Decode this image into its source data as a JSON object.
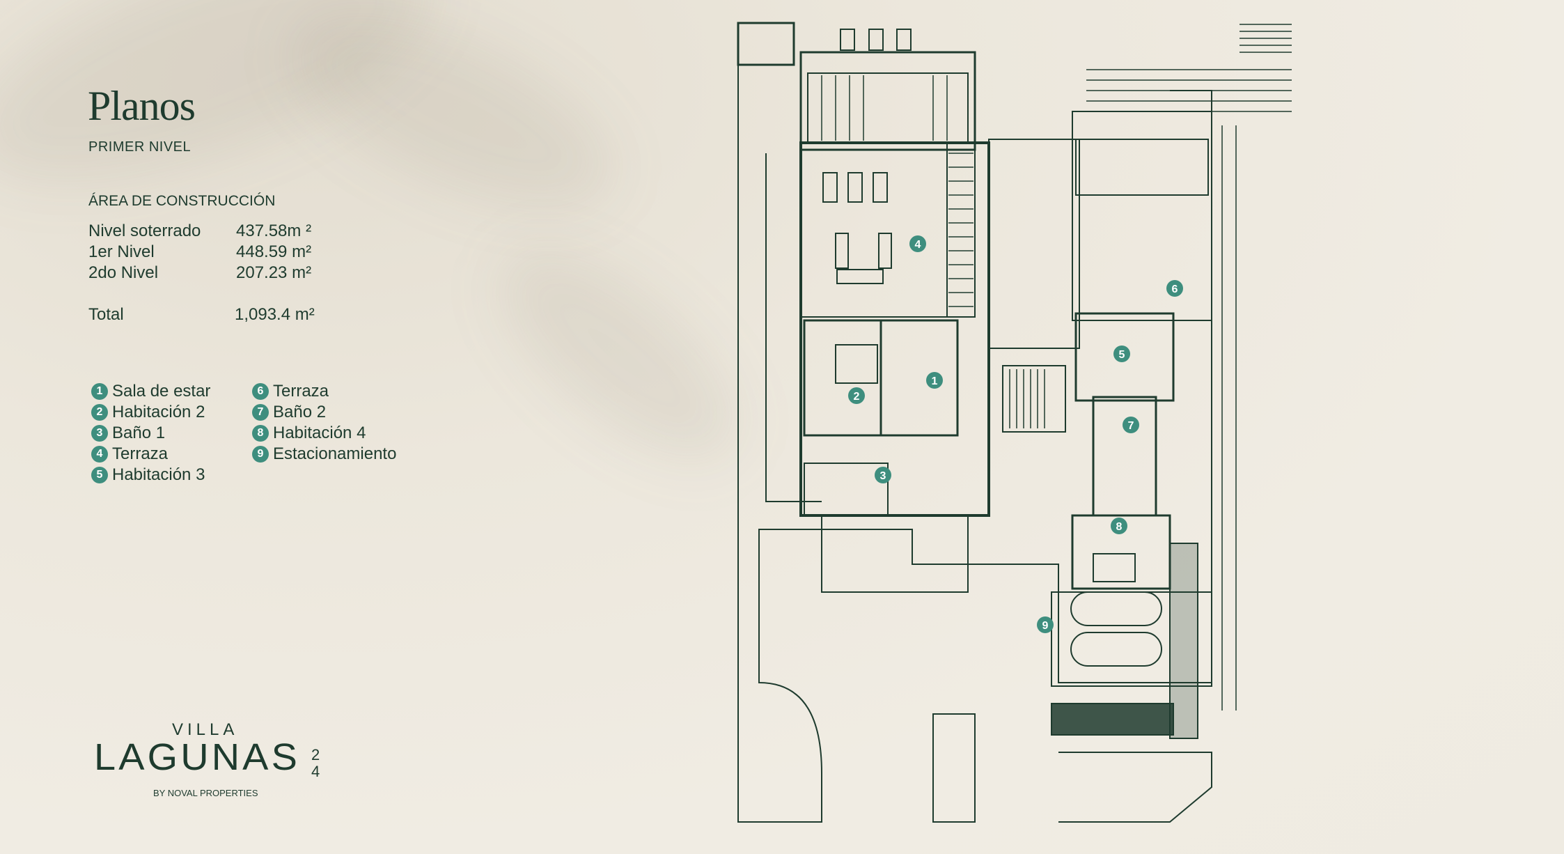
{
  "title": "Planos",
  "subtitle": "PRIMER NIVEL",
  "area": {
    "heading": "ÁREA DE CONSTRUCCIÓN",
    "rows": [
      {
        "label": "Nivel soterrado",
        "value": "437.58m ²"
      },
      {
        "label": "1er Nivel",
        "value": "448.59 m²"
      },
      {
        "label": "2do Nivel",
        "value": "207.23 m²"
      },
      {
        "label": "Total",
        "value": "1,093.4 m²"
      }
    ]
  },
  "legend": [
    {
      "num": "1",
      "label": "Sala de estar"
    },
    {
      "num": "2",
      "label": "Habitación 2"
    },
    {
      "num": "3",
      "label": "Baño 1"
    },
    {
      "num": "4",
      "label": "Terraza"
    },
    {
      "num": "5",
      "label": "Habitación 3"
    },
    {
      "num": "6",
      "label": "Terraza"
    },
    {
      "num": "7",
      "label": "Baño 2"
    },
    {
      "num": "8",
      "label": "Habitación 4"
    },
    {
      "num": "9",
      "label": "Estacionamiento"
    }
  ],
  "logo": {
    "top": "VILLA",
    "main": "LAGUNAS",
    "num_top": "2",
    "num_bottom": "4",
    "tagline": "BY NOVAL PROPERTIES"
  },
  "plan_markers": [
    "1",
    "2",
    "3",
    "4",
    "5",
    "6",
    "7",
    "8",
    "9"
  ],
  "colors": {
    "ink": "#1e3b2e",
    "badge": "#3e8e7e",
    "background": "#efebe2"
  }
}
